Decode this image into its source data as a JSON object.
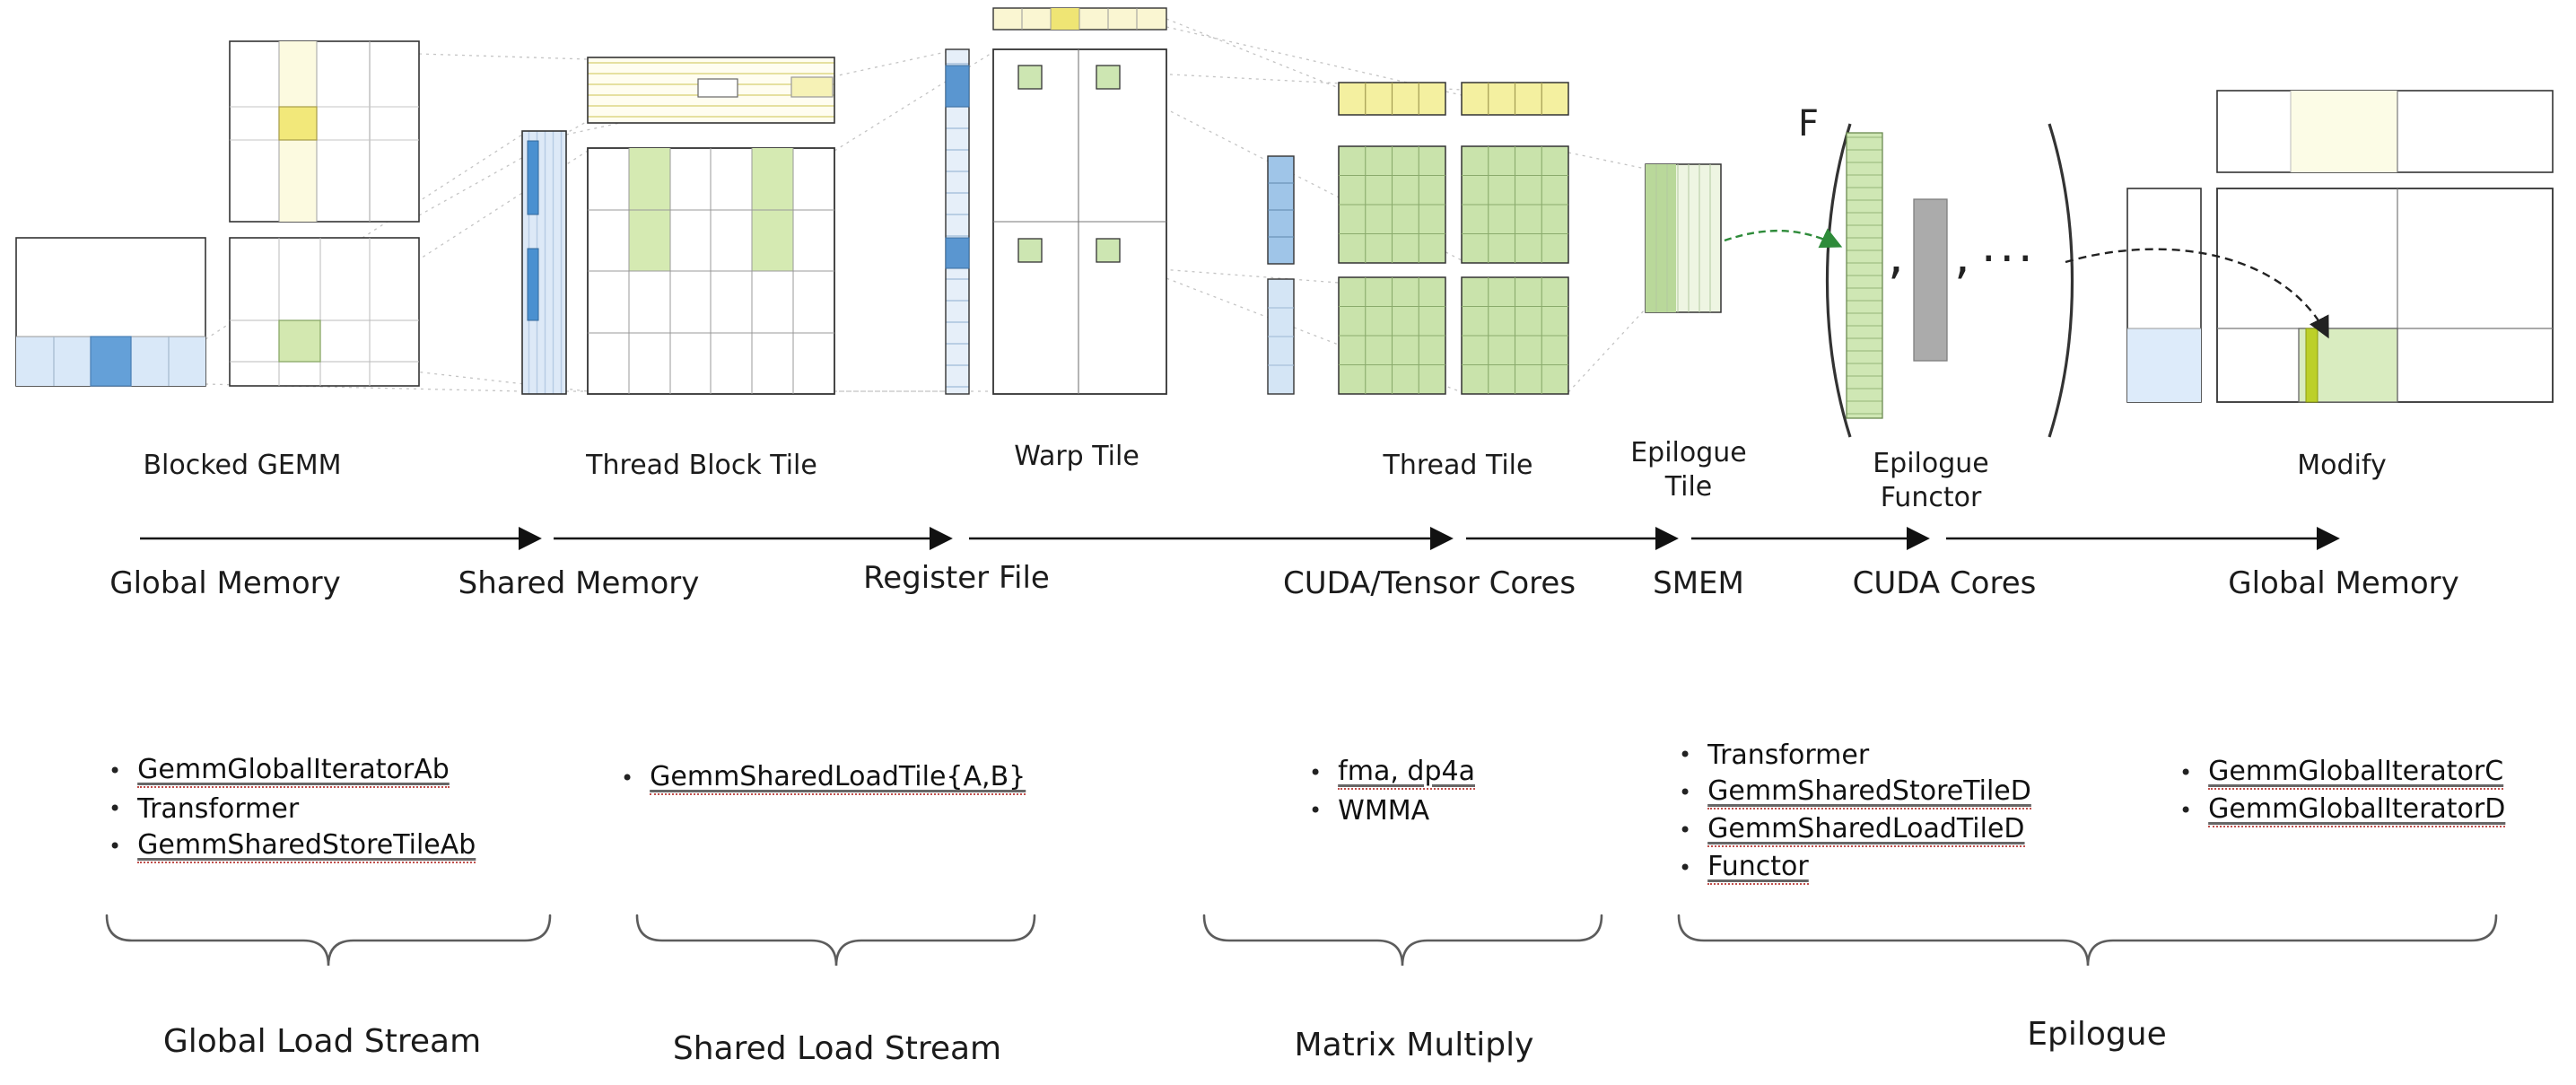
{
  "ui": {
    "bullet": "•"
  },
  "tiles": {
    "blocked_gemm": {
      "label": "Blocked GEMM"
    },
    "thread_block_tile": {
      "label": "Thread Block Tile"
    },
    "warp_tile": {
      "label": "Warp Tile"
    },
    "thread_tile": {
      "label": "Thread Tile"
    },
    "epilogue_tile": {
      "line1": "Epilogue",
      "line2": "Tile"
    },
    "epilogue_functor": {
      "line1": "Epilogue",
      "line2": "Functor",
      "f_symbol": "F",
      "comma1": ",",
      "comma2": ",",
      "ellipsis": "..."
    },
    "modify": {
      "label": "Modify"
    }
  },
  "memory_stages": [
    {
      "label": "Global Memory"
    },
    {
      "label": "Shared Memory"
    },
    {
      "label": "Register File"
    },
    {
      "label": "CUDA/Tensor Cores"
    },
    {
      "label": "SMEM"
    },
    {
      "label": "CUDA Cores"
    },
    {
      "label": "Global Memory"
    }
  ],
  "component_lists": [
    {
      "id": "global-load-stream",
      "items": [
        {
          "text": "GemmGlobalIteratorAb",
          "underlined": true
        },
        {
          "text": "Transformer",
          "underlined": false
        },
        {
          "text": "GemmSharedStoreTileAb",
          "underlined": true
        }
      ]
    },
    {
      "id": "shared-load-stream",
      "items": [
        {
          "text": "GemmSharedLoadTile{A,B}",
          "underlined": true
        }
      ]
    },
    {
      "id": "matrix-multiply",
      "items": [
        {
          "text": "fma, dp4a",
          "underlined": true
        },
        {
          "text": "WMMA",
          "underlined": false
        }
      ]
    },
    {
      "id": "epilogue-left",
      "items": [
        {
          "text": "Transformer",
          "underlined": false
        },
        {
          "text": "GemmSharedStoreTileD",
          "underlined": true
        },
        {
          "text": "GemmSharedLoadTileD",
          "underlined": true
        },
        {
          "text": "Functor",
          "underlined": true
        }
      ]
    },
    {
      "id": "epilogue-right",
      "items": [
        {
          "text": "GemmGlobalIteratorC",
          "underlined": true
        },
        {
          "text": "GemmGlobalIteratorD",
          "underlined": true
        }
      ]
    }
  ],
  "stream_groups": [
    {
      "label": "Global Load Stream"
    },
    {
      "label": "Shared Load Stream"
    },
    {
      "label": "Matrix Multiply"
    },
    {
      "label": "Epilogue"
    }
  ],
  "colors": {
    "tile_green": "#c9e3ab",
    "highlight_green": "#bcd029",
    "tile_yellow": "#f4f0a0",
    "tile_blue": "#9fc5e8",
    "dark_blue": "#4a90d0",
    "gray_bar": "#ababab",
    "arrow_green": "#2e8b3a",
    "underline_red": "#c0504d"
  }
}
